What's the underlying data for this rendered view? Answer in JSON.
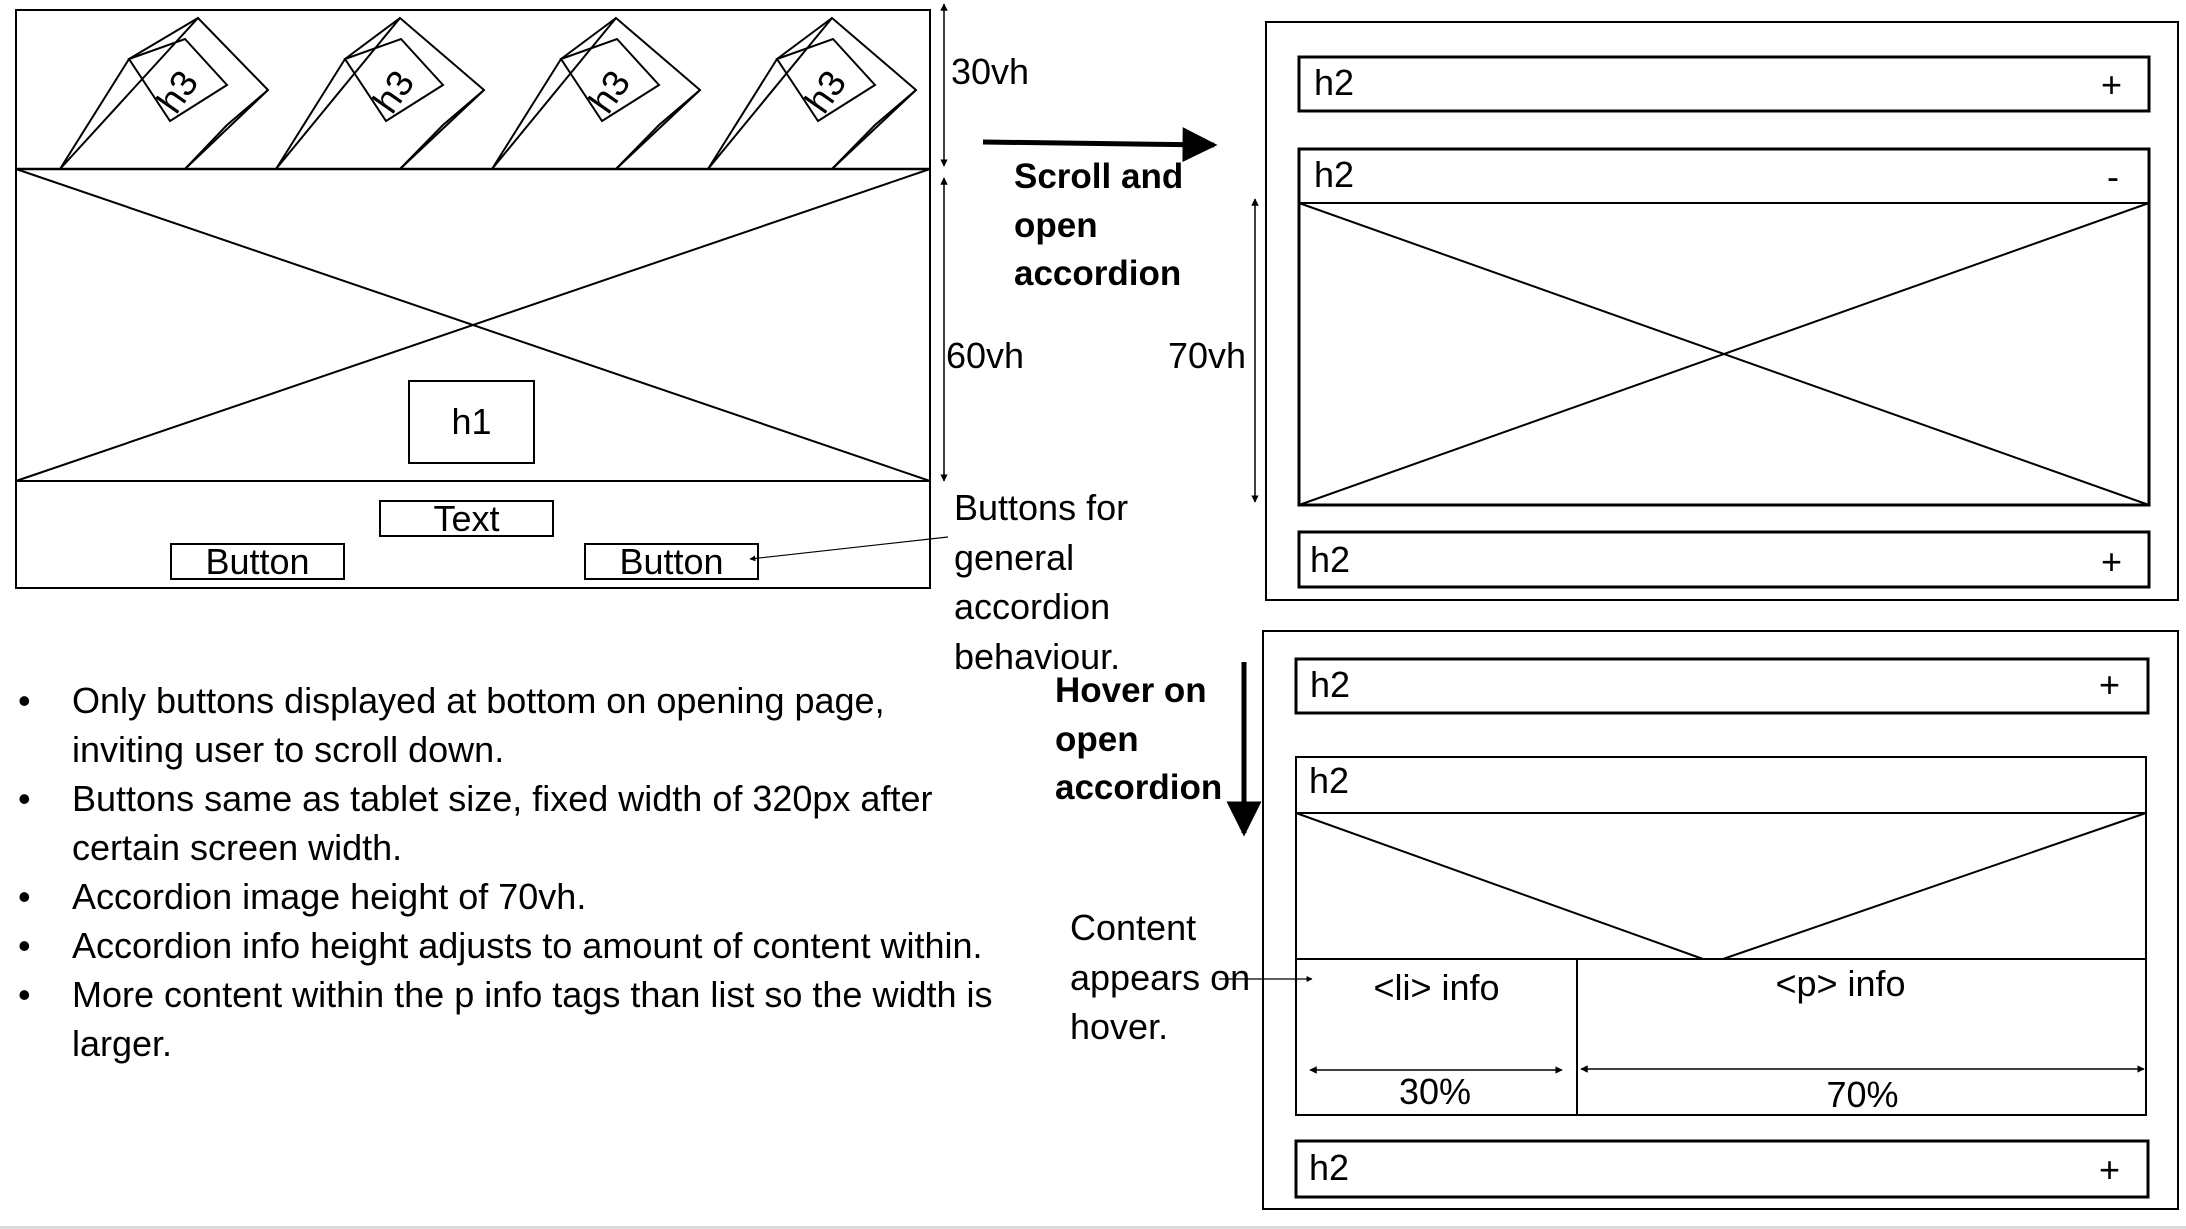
{
  "desktop": {
    "nav_headings": [
      "h3",
      "h3",
      "h3",
      "h3"
    ],
    "hero_heading": "h1",
    "text_box": "Text",
    "button_left": "Button",
    "button_right": "Button",
    "dimensions": {
      "nav_height": "30vh",
      "hero_height": "60vh"
    }
  },
  "annotations": {
    "buttons_note": "Buttons for general accordion behaviour.",
    "scroll_label": "Scroll and open accordion",
    "hover_label": "Hover on open accordion",
    "content_note": "Content appears on hover.",
    "accordion_image_height": "70vh"
  },
  "accordion_closed_view": {
    "rows": [
      {
        "label": "h2",
        "toggle": "+"
      },
      {
        "label": "h2",
        "toggle": "-"
      },
      {
        "label": "h2",
        "toggle": "+"
      }
    ]
  },
  "accordion_hover_view": {
    "top_row": {
      "label": "h2",
      "toggle": "+"
    },
    "open_row_label": "h2",
    "li_info": "<li> info",
    "p_info": "<p> info",
    "li_width": "30%",
    "p_width": "70%",
    "bottom_row": {
      "label": "h2",
      "toggle": "+"
    }
  },
  "notes": [
    "Only buttons displayed at bottom on opening page, inviting user to scroll down.",
    "Buttons same as tablet size, fixed width of 320px after certain screen width.",
    "Accordion image height of 70vh.",
    "Accordion info height adjusts to amount of content within.",
    "More content within the p info tags than list so the width is larger."
  ]
}
